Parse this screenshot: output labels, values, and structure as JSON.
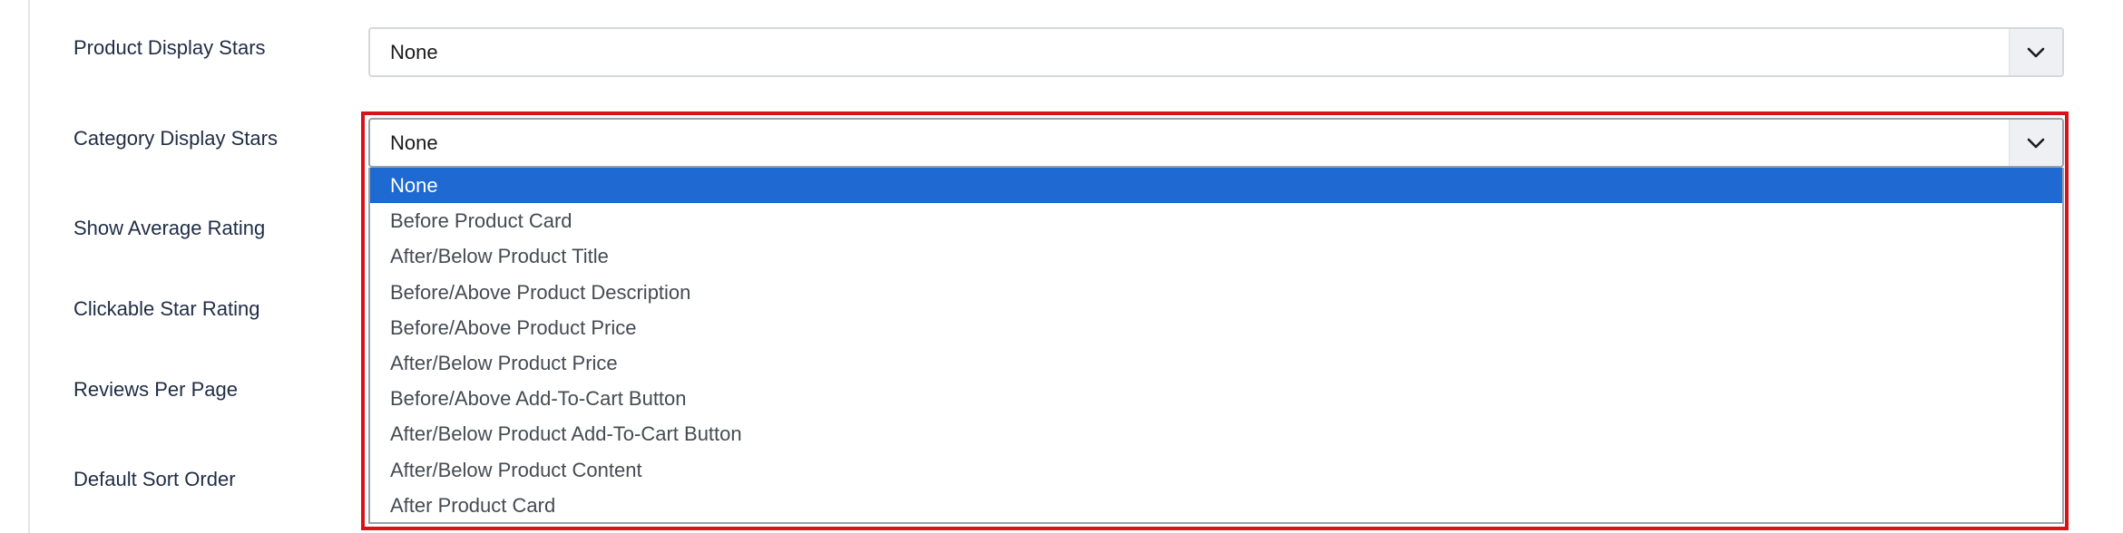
{
  "fields": {
    "product_display_stars": {
      "label": "Product Display Stars",
      "value": "None"
    },
    "category_display_stars": {
      "label": "Category Display Stars",
      "value": "None"
    },
    "show_average_rating": {
      "label": "Show Average Rating"
    },
    "clickable_star_rating": {
      "label": "Clickable Star Rating"
    },
    "reviews_per_page": {
      "label": "Reviews Per Page"
    },
    "default_sort_order": {
      "label": "Default Sort Order"
    }
  },
  "dropdown": {
    "selected_index": 0,
    "options": [
      "None",
      "Before Product Card",
      "After/Below Product Title",
      "Before/Above Product Description",
      "Before/Above Product Price",
      "After/Below Product Price",
      "Before/Above Add-To-Cart Button",
      "After/Below Product Add-To-Cart Button",
      "After/Below Product Content",
      "After Product Card"
    ]
  },
  "colors": {
    "highlight": "#d9121a",
    "selected_option": "#1e69d2",
    "label_text": "#1f2d45"
  },
  "icons": {
    "select_arrow": "chevron-down-icon"
  }
}
